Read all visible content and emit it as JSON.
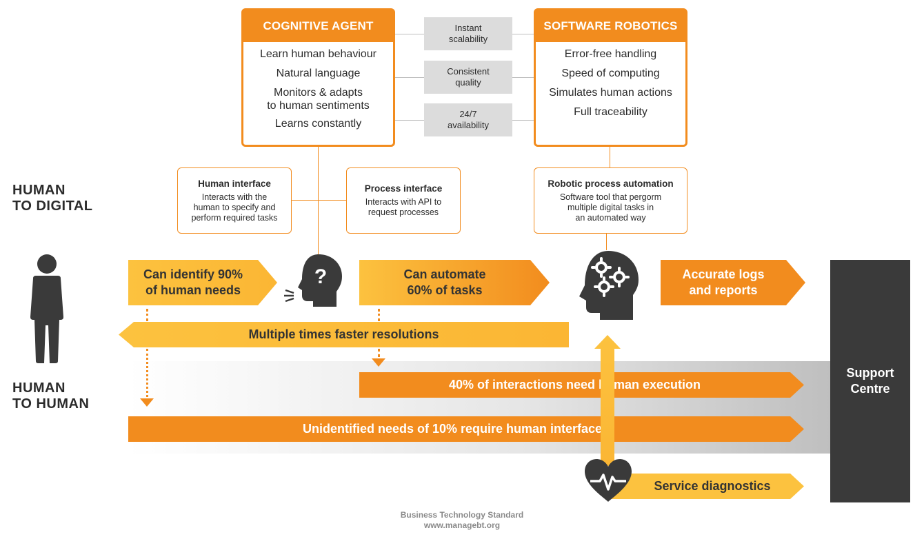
{
  "cognitive_agent": {
    "title": "COGNITIVE AGENT",
    "items": [
      "Learn human behaviour",
      "Natural language",
      "Monitors & adapts\nto human sentiments",
      "Learns constantly"
    ]
  },
  "software_robotics": {
    "title": "SOFTWARE ROBOTICS",
    "items": [
      "Error-free handling",
      "Speed of computing",
      "Simulates human actions",
      "Full traceability"
    ]
  },
  "benefits": [
    "Instant\nscalability",
    "Consistent\nquality",
    "24/7\navailability"
  ],
  "interfaces": {
    "human": {
      "title": "Human interface",
      "desc": "Interacts with the\nhuman to specify and\nperform required tasks"
    },
    "process": {
      "title": "Process interface",
      "desc": "Interacts with API to\nrequest processes"
    },
    "rpa": {
      "title": "Robotic process automation",
      "desc": "Software tool that pergorm\nmultiple digital tasks in\nan automated way"
    }
  },
  "labels": {
    "human_to_digital": "HUMAN\nTO DIGITAL",
    "human_to_human": "HUMAN\nTO HUMAN"
  },
  "flows": {
    "identify": "Can identify 90%\nof human needs",
    "automate": "Can automate\n60% of tasks",
    "logs": "Accurate logs\nand reports",
    "faster": "Multiple times faster resolutions",
    "interactions": "40% of interactions need human execution",
    "unidentified": "Unidentified needs of 10% require human interface",
    "diagnostics": "Service diagnostics"
  },
  "support_centre": "Support\nCentre",
  "footer": {
    "line1": "Business Technology Standard",
    "line2": "www.managebt.org"
  },
  "icons": {
    "person": "person-icon",
    "question_head": "question-head-icon",
    "gears_head": "gears-head-icon",
    "heart": "heart-pulse-icon"
  },
  "colors": {
    "orange": "#f28c1e",
    "yellow": "#fbbf3b",
    "dark": "#3a3a3a",
    "gray_pill": "#dcdcdc"
  }
}
